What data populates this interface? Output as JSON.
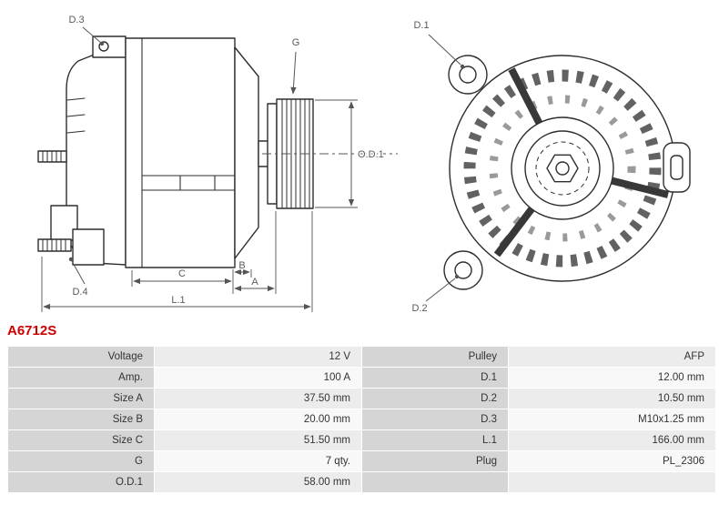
{
  "part_number": "A6712S",
  "colors": {
    "part_number_red": "#cc0000",
    "diagram_line": "#2e2e2e",
    "dim_label_gray": "#5a5a5a",
    "table_label_bg": "#d5d5d5",
    "table_value_bg_shaded": "#ececec",
    "table_value_bg_plain": "#f8f8f8",
    "table_text": "#333333"
  },
  "diagram": {
    "side_view": {
      "labels": {
        "d3": "D.3",
        "d4": "D.4",
        "g": "G",
        "od1": "O.D.1",
        "c": "C",
        "b": "B",
        "a": "A",
        "l1": "L.1"
      }
    },
    "front_view": {
      "labels": {
        "d1": "D.1",
        "d2": "D.2"
      }
    }
  },
  "spec_table": {
    "rows": [
      {
        "label_left": "Voltage",
        "value_left": "12 V",
        "label_right": "Pulley",
        "value_right": "AFP"
      },
      {
        "label_left": "Amp.",
        "value_left": "100 A",
        "label_right": "D.1",
        "value_right": "12.00 mm"
      },
      {
        "label_left": "Size A",
        "value_left": "37.50 mm",
        "label_right": "D.2",
        "value_right": "10.50 mm"
      },
      {
        "label_left": "Size B",
        "value_left": "20.00 mm",
        "label_right": "D.3",
        "value_right": "M10x1.25 mm"
      },
      {
        "label_left": "Size C",
        "value_left": "51.50 mm",
        "label_right": "L.1",
        "value_right": "166.00 mm"
      },
      {
        "label_left": "G",
        "value_left": "7 qty.",
        "label_right": "Plug",
        "value_right": "PL_2306"
      },
      {
        "label_left": "O.D.1",
        "value_left": "58.00 mm",
        "label_right": "",
        "value_right": ""
      }
    ]
  }
}
